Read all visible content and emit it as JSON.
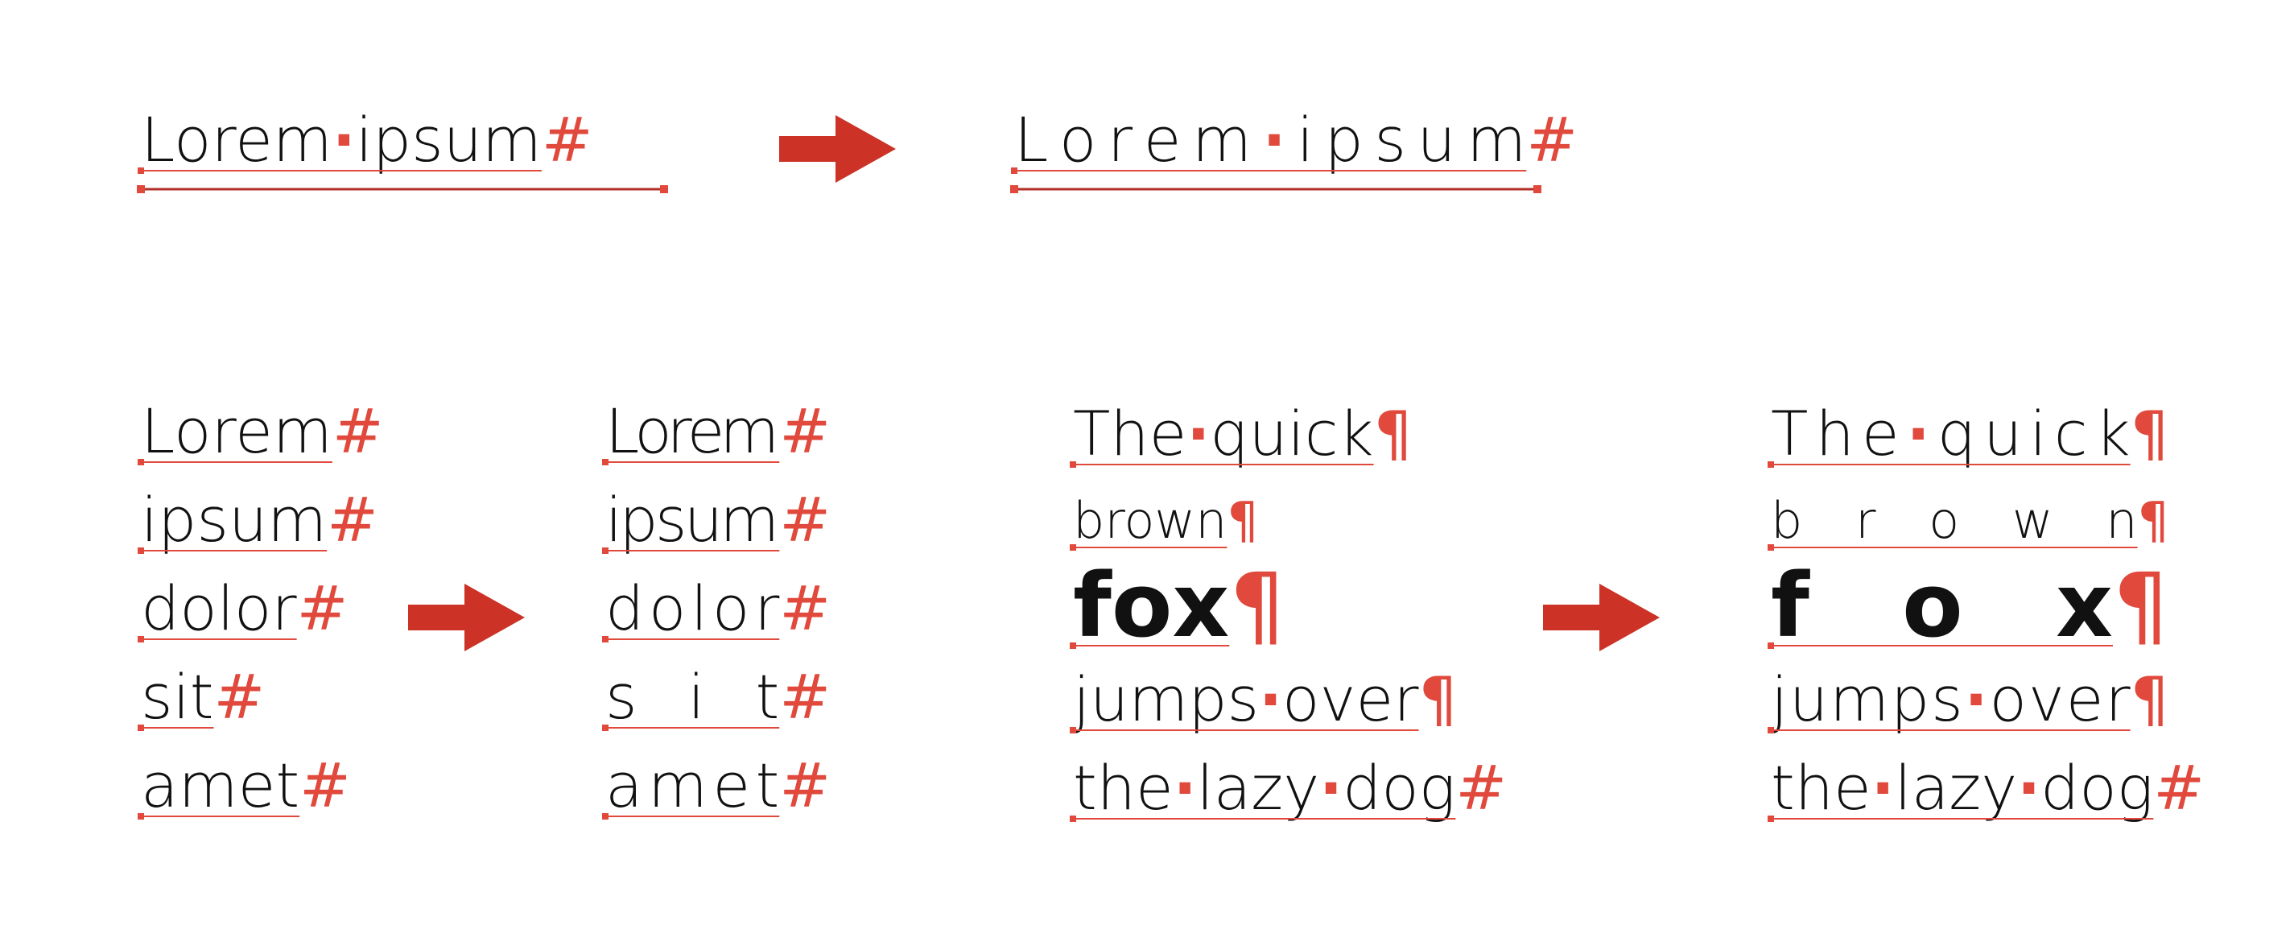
{
  "colors": {
    "text": "#111111",
    "accent": "#e0493c",
    "arrow": "#cc3326",
    "line": "#e0493c",
    "bar": "#b03028"
  },
  "symbols": {
    "space_dot": "·",
    "line_end": "#",
    "paragraph_end": "¶"
  },
  "example_top": {
    "before": {
      "words": [
        "Lorem",
        "ipsum"
      ]
    },
    "after": {
      "words": [
        "Lorem",
        "ipsum"
      ]
    }
  },
  "example_list": {
    "before": {
      "lines": [
        "Lorem",
        "ipsum",
        "dolor",
        "sit",
        "amet"
      ]
    },
    "after": {
      "lines": [
        "Lorem",
        "ipsum",
        "dolor",
        "sit",
        "amet"
      ]
    }
  },
  "example_paragraph": {
    "before": {
      "lines": [
        {
          "words": [
            "The",
            "quick"
          ],
          "end": "¶"
        },
        {
          "words": [
            "brown"
          ],
          "end": "¶"
        },
        {
          "words": [
            "fox"
          ],
          "end": "¶"
        },
        {
          "words": [
            "jumps",
            "over"
          ],
          "end": "¶"
        },
        {
          "words": [
            "the",
            "lazy",
            "dog"
          ],
          "end": "#"
        }
      ]
    },
    "after": {
      "lines": [
        {
          "words": [
            "The",
            "quick"
          ],
          "end": "¶"
        },
        {
          "words": [
            "brown"
          ],
          "end": "¶"
        },
        {
          "words": [
            "fox"
          ],
          "end": "¶"
        },
        {
          "words": [
            "jumps",
            "over"
          ],
          "end": "¶"
        },
        {
          "words": [
            "the",
            "lazy",
            "dog"
          ],
          "end": "#"
        }
      ]
    }
  }
}
